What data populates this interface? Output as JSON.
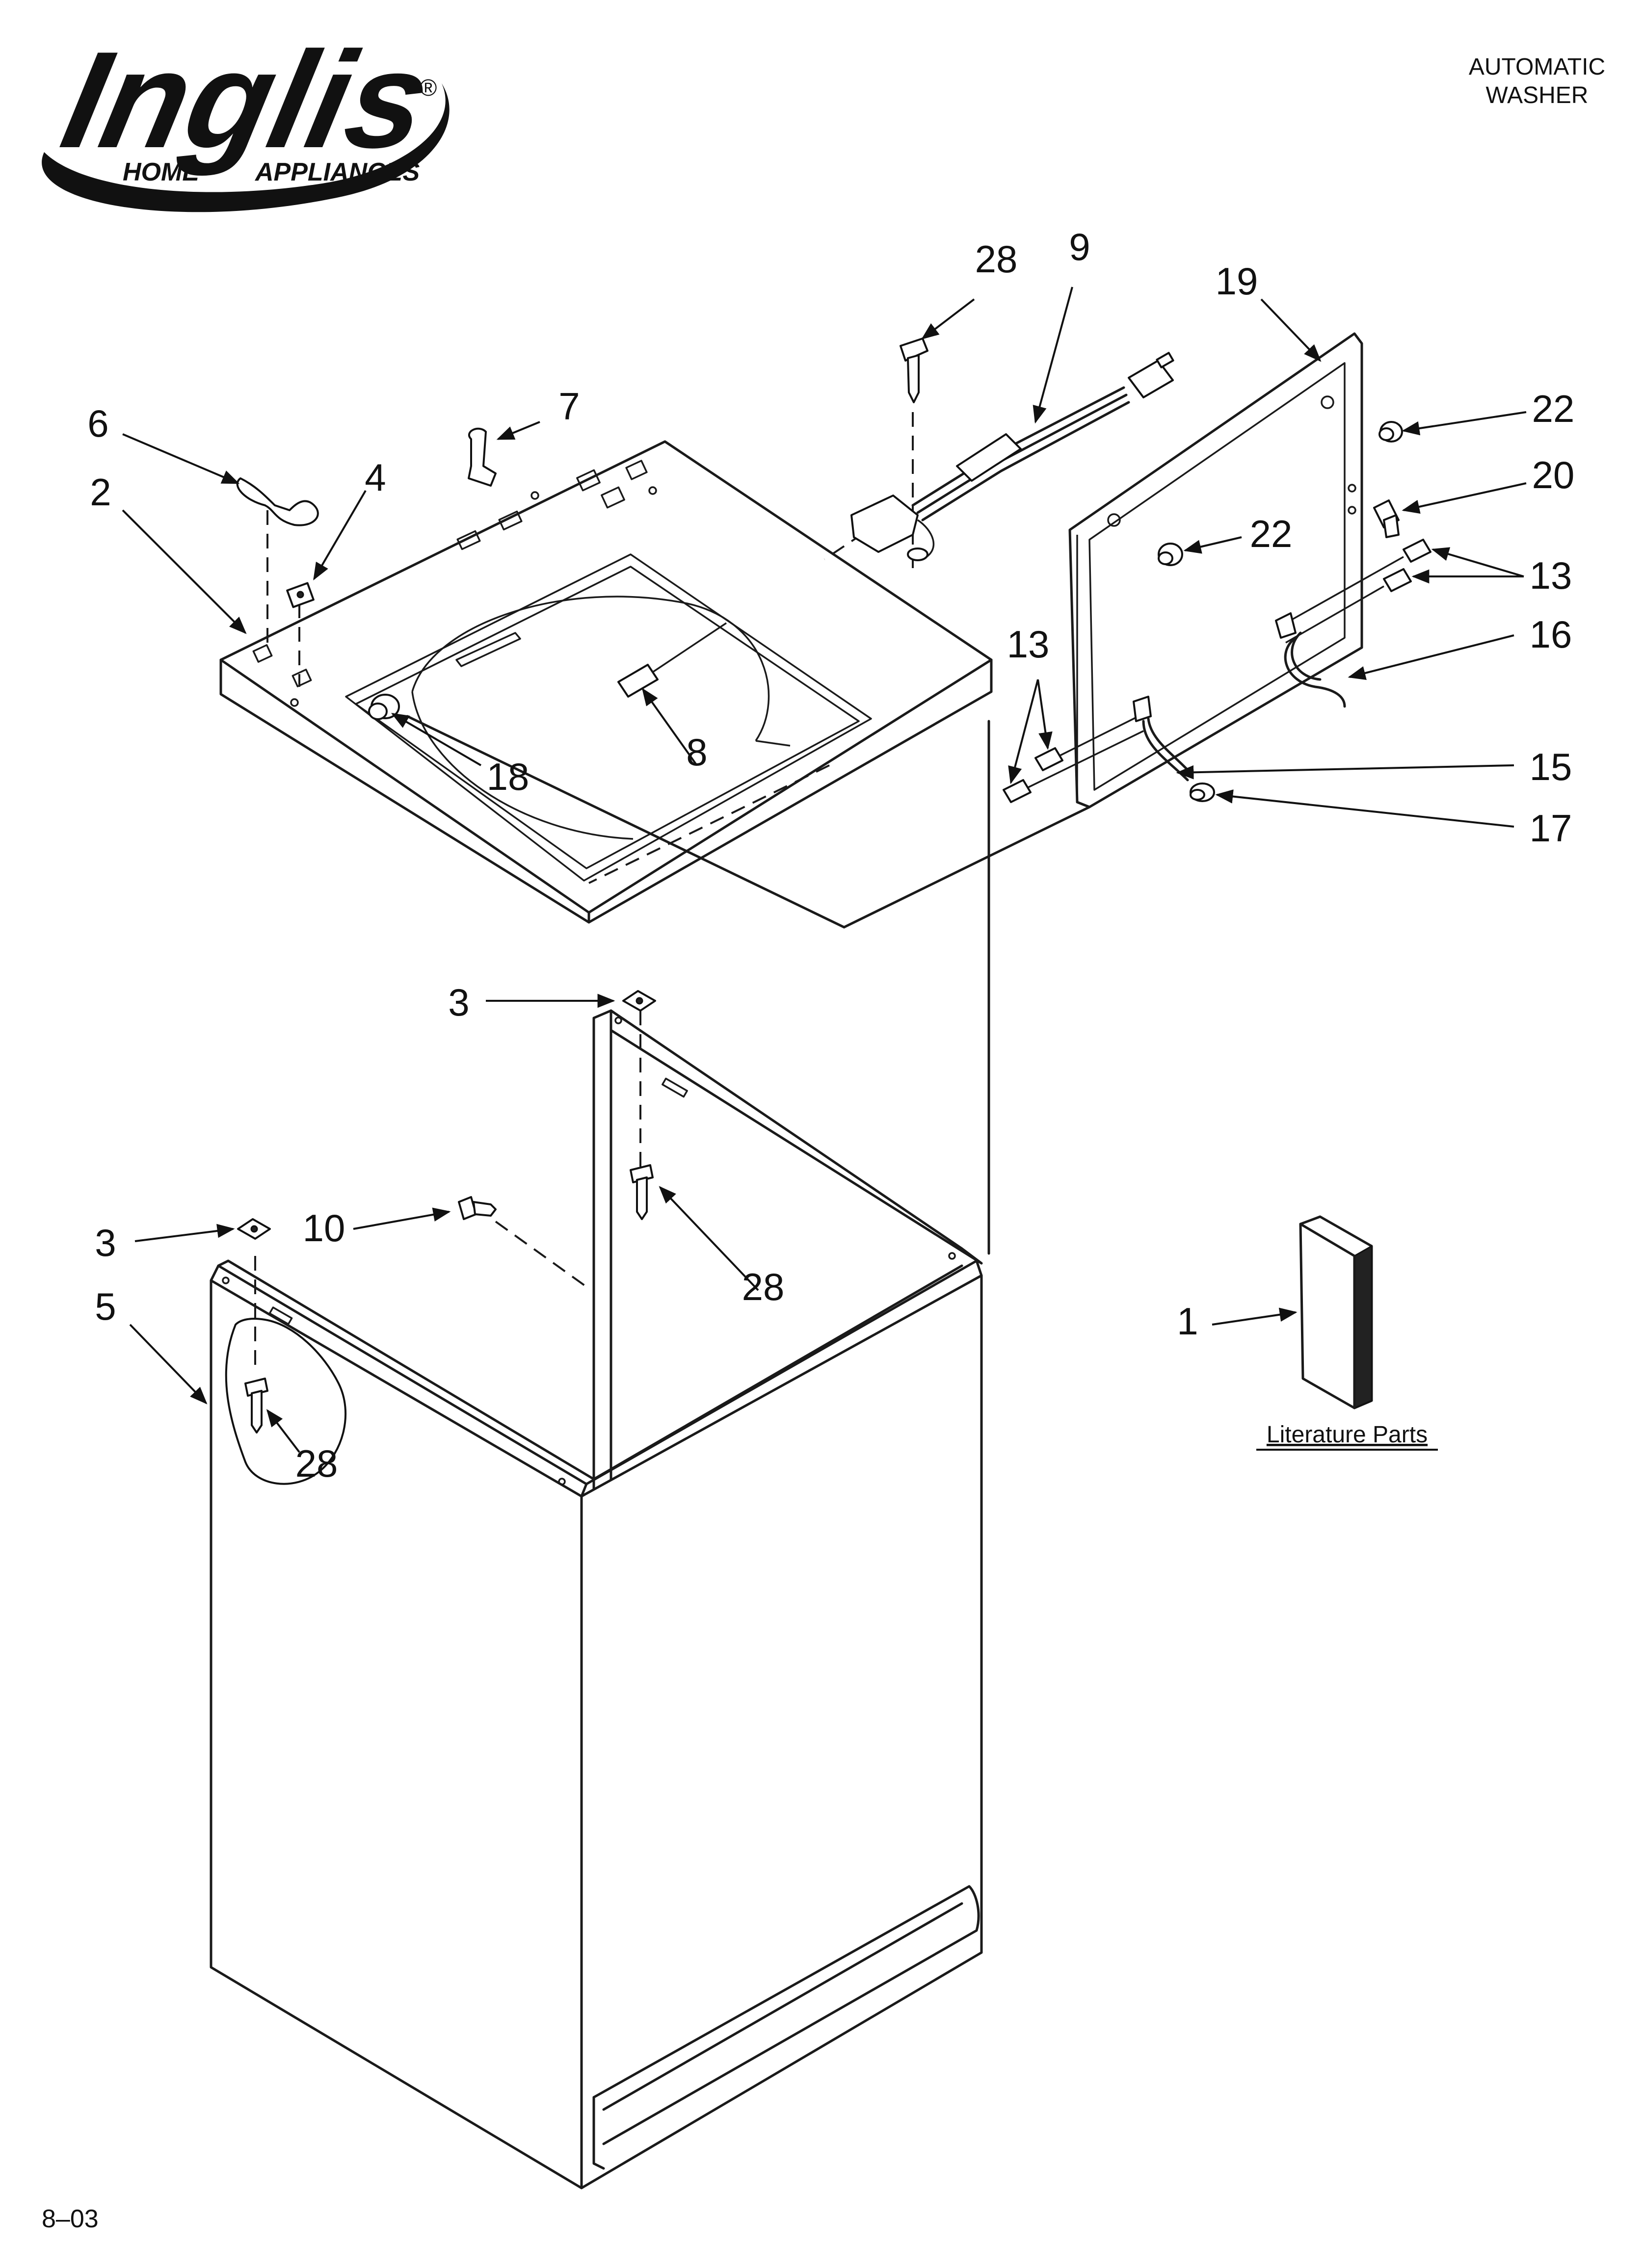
{
  "brand": {
    "name": "Inglis",
    "tagline_left": "HOME",
    "tagline_right": "APPLIANCES",
    "registered": "®"
  },
  "header": {
    "line1": "AUTOMATIC",
    "line2": "WASHER"
  },
  "literature": {
    "label": "Literature Parts"
  },
  "footer": {
    "date_code": "8–03"
  },
  "callouts": {
    "c1": "1",
    "c2": "2",
    "c3a": "3",
    "c3b": "3",
    "c4": "4",
    "c5": "5",
    "c6": "6",
    "c7": "7",
    "c8": "8",
    "c9": "9",
    "c10": "10",
    "c13a": "13",
    "c13b": "13",
    "c15": "15",
    "c16": "16",
    "c17": "17",
    "c18": "18",
    "c19": "19",
    "c20": "20",
    "c22a": "22",
    "c22b": "22",
    "c28a": "28",
    "c28b": "28",
    "c28c": "28"
  }
}
